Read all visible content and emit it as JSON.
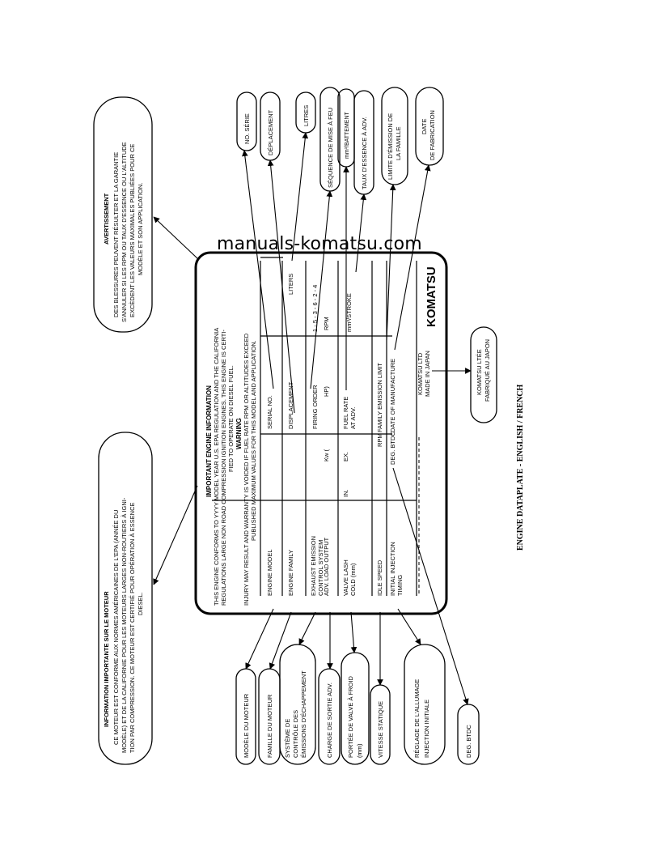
{
  "watermark": "manuals-komatsu.com",
  "caption": "ENGINE DATAPLATE - ENGLISH / FRENCH",
  "plate": {
    "header_title": "IMPORTANT ENGINE INFORMATION",
    "header_lines": [
      "THIS ENGINE CONFORMS TO YYYY MODEL YEAR U.S. EPA REGULATION AND THE CALIFORNIA",
      "REGULATIONS LARGE NON ROAD COMPRESSION IGNITION ENGINES. THIS ENGINE IS CERTI-",
      "FIED TO OPERATE ON DIESEL FUEL."
    ],
    "warning_title": "WARNING",
    "warning_lines": [
      "INJURY MAY RESULT AND WARRANTY IS VOIDED IF FUEL RATE RPM OR ALTITUDES EXCEED",
      "PUBLISHED MAXIMUM VALUES FOR THIS MODEL AND APPLICATION."
    ],
    "rows": {
      "engine_model": "ENGINE MODEL",
      "serial_no": "SERIAL NO.",
      "engine_family": "ENGINE FAMILY",
      "displacement": "DISPLACEMENT",
      "liters": "LITERS",
      "exhaust_1": "EXHAUST EMISSION",
      "exhaust_2": "CONTROL SYSTEM",
      "firing_order": "FIRING ORDER",
      "firing_values": "1 - 5 - 3 - 6 - 2 - 4",
      "adv_load": "ADV. LOAD OUTPUT",
      "kw": "Kw  (",
      "hp": "HP)",
      "rpm": "RPM",
      "valve_1": "VALVE LASH",
      "valve_2": "COLD (mm)",
      "in": "IN.",
      "ex": "EX.",
      "fuel_1": "FUEL RATE",
      "fuel_2": "AT ADV.",
      "stroke": "mm³/STROKE",
      "idle": "IDLE SPEED",
      "rpm2": "RPM",
      "family_limit": "FAMILY EMISSION LIMIT",
      "init_1": "INITIAL INJECTION",
      "init_2": "TIMING",
      "deg": "DEG. BTDC",
      "date_mfg": "DATE OF MANUFACTURE",
      "komatsu_ltd": "KOMATSU LTD",
      "made_in_japan": "MADE IN JAPAN"
    },
    "logo": "KOMATSU"
  },
  "callouts": {
    "info_fr_title": "INFORMATION IMPORTANTE SUR LE MOTEUR",
    "info_fr_lines": [
      "CE MOTEUR EST CONFORME AUX NORMES AMÉRICAINES DE L'EPA (ANNÉE DU",
      "MODÈLE) ET DE LA CALIFORNIE POUR LES MOTEURS LARGES NON-ROUTIERS À IGNI-",
      "TION PAR COMPRESSION. CE MOTEUR EST CERTIFIÉ POUR OPÉRATION À ESSENCE",
      "DIESEL."
    ],
    "avert_title": "AVERTISSEMENT",
    "avert_lines": [
      "DES BLESSURES PEUVENT RÉSULTER ET LA GARANTIE",
      "S'ANNULER SI LES RPM OU TAUX D'ESSENCE OU L'ALTITUDE",
      "EXCÈDENT LES VALEURS MAXIMALES PUBLIÉES POUR CE",
      "MODÈLE ET SON APPLICATION."
    ],
    "no_serie": "NO. SÉRIE",
    "deplacement": "DÉPLACEMENT",
    "litres": "LITRES",
    "sequence": "SÉQUENCE DE MISE À FEU",
    "battement": "mm³/BATTEMENT",
    "taux": "TAUX D'ESSENCE À ADV.",
    "limite_1": "LIMITE D'ÉMISSION DE",
    "limite_2": "LA FAMILLE",
    "date_1": "DATE",
    "date_2": "DE FABRICATION",
    "komatsu_ltee_1": "KOMATSU LTÉE",
    "komatsu_ltee_2": "FABRIQUÉ AU JAPON",
    "modele": "MODÈLE DU MOTEUR",
    "famille": "FAMILLE DU MOTEUR",
    "systeme_1": "SYSTÈME DE",
    "systeme_2": "CONTRÔLE DES",
    "systeme_3": "ÉMISSIONS D'ÉCHAPPEMENT",
    "charge": "CHARGE DE SORTIE ADV.",
    "portee_1": "PORTÉE DE VALVE À FROID",
    "portee_2": "(mm)",
    "vitesse": "VITESSE STATIQUE",
    "reglage_1": "RÉGLAGE DE L'ALLUMAGE",
    "reglage_2": "INJECTION INITIALE",
    "deg_btdc": "DEG. BTDC"
  }
}
